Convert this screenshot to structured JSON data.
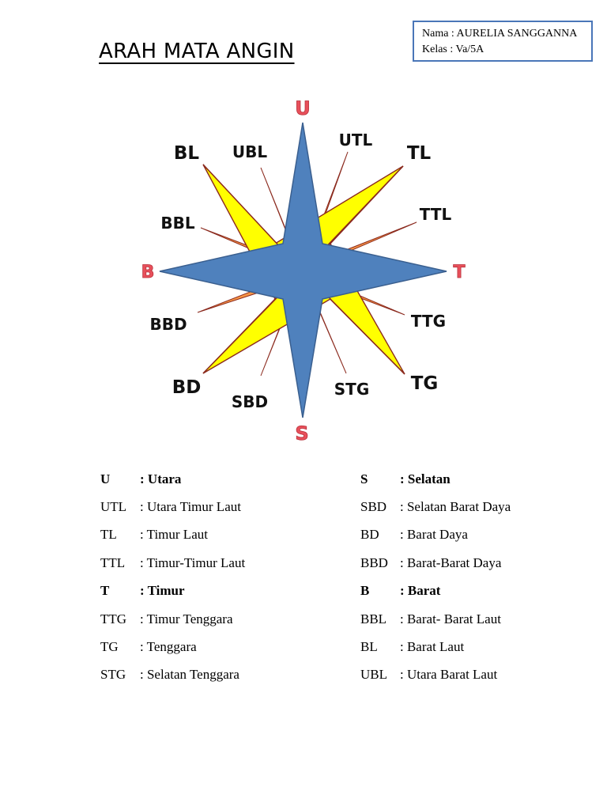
{
  "title": "ARAH MATA ANGIN",
  "student": {
    "name_line": "Nama : AURELIA SANGGANNA",
    "class_line": "Kelas : Va/5A"
  },
  "colors": {
    "star_main": "#4f81bd",
    "star_main_stroke": "#3a5f8f",
    "yellow_points": "#ffff00",
    "orange_points": "#f79646",
    "point_stroke": "#8b2a1e",
    "cardinal_text": "#e8505b"
  },
  "compass": {
    "cardinal": {
      "north": "U",
      "east": "T",
      "south": "S",
      "west": "B"
    },
    "intercardinal": {
      "ne": "TL",
      "se": "TG",
      "sw": "BD",
      "nw": "BL"
    },
    "secondary": {
      "nne": "UTL",
      "ene": "TTL",
      "ese": "TTG",
      "sse": "STG",
      "ssw": "SBD",
      "wsw": "BBD",
      "wnw": "BBL",
      "nnw": "UBL"
    }
  },
  "legend": {
    "left": [
      {
        "abbr": "U",
        "meaning": ": Utara",
        "bold": true
      },
      {
        "abbr": "UTL",
        "meaning": ": Utara Timur Laut",
        "bold": false
      },
      {
        "abbr": "TL",
        "meaning": ": Timur Laut",
        "bold": false
      },
      {
        "abbr": "TTL",
        "meaning": ": Timur-Timur Laut",
        "bold": false
      },
      {
        "abbr": "T",
        "meaning": ": Timur",
        "bold": true
      },
      {
        "abbr": "TTG",
        "meaning": ": Timur Tenggara",
        "bold": false
      },
      {
        "abbr": "TG",
        "meaning": ": Tenggara",
        "bold": false
      },
      {
        "abbr": "STG",
        "meaning": ": Selatan Tenggara",
        "bold": false
      }
    ],
    "right": [
      {
        "abbr": "S",
        "meaning": ": Selatan",
        "bold": true
      },
      {
        "abbr": "SBD",
        "meaning": ": Selatan Barat Daya",
        "bold": false
      },
      {
        "abbr": "BD",
        "meaning": ": Barat Daya",
        "bold": false
      },
      {
        "abbr": "BBD",
        "meaning": ": Barat-Barat Daya",
        "bold": false
      },
      {
        "abbr": "B",
        "meaning": ": Barat",
        "bold": true
      },
      {
        "abbr": "BBL",
        "meaning": ": Barat- Barat Laut",
        "bold": false
      },
      {
        "abbr": "BL",
        "meaning": ": Barat Laut",
        "bold": false
      },
      {
        "abbr": "UBL",
        "meaning": ": Utara Barat Laut",
        "bold": false
      }
    ]
  }
}
